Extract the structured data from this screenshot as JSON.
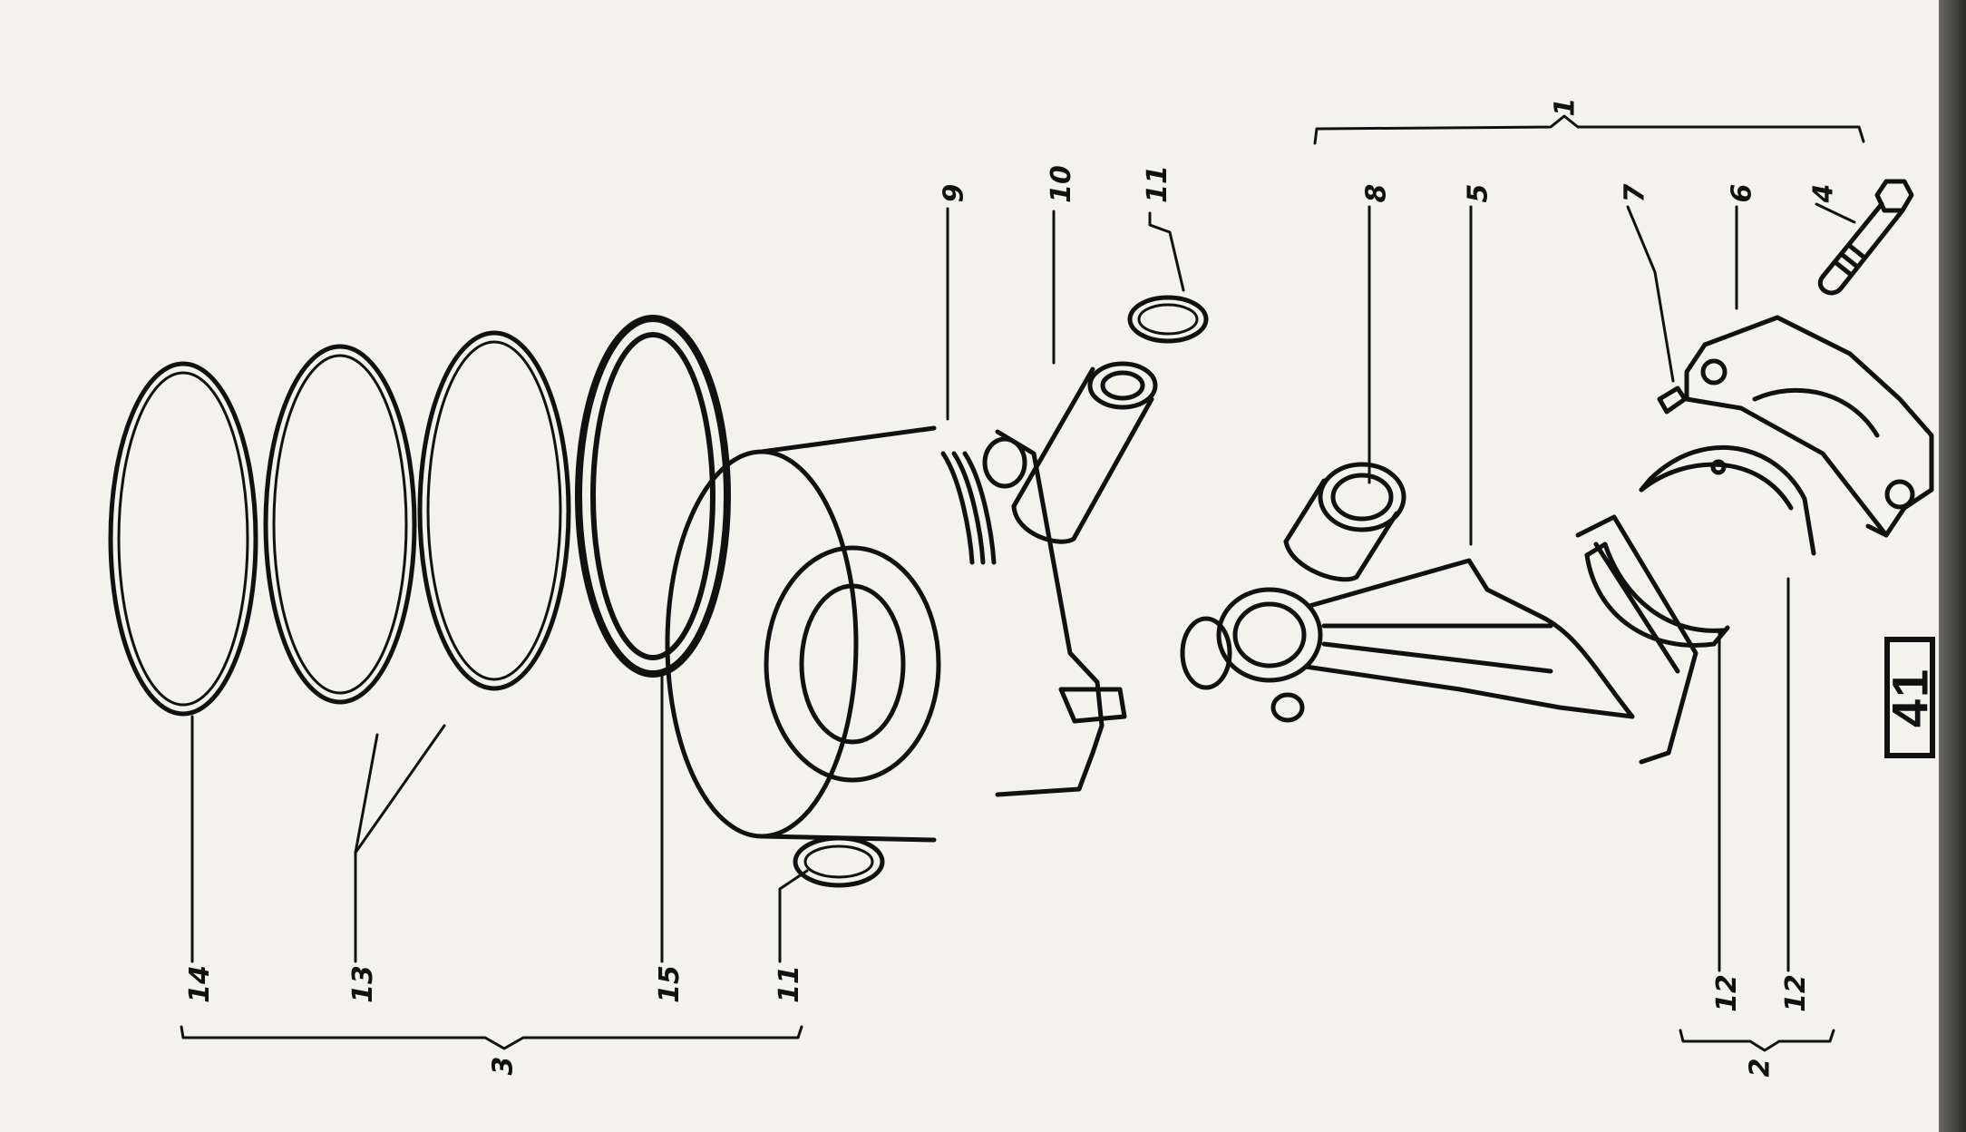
{
  "page_badge": "41",
  "callouts": {
    "c1": "1",
    "c2": "2",
    "c3": "3",
    "c4": "4",
    "c5": "5",
    "c6": "6",
    "c7": "7",
    "c8": "8",
    "c9": "9",
    "c10": "10",
    "c11_top": "11",
    "c11_bottom": "11",
    "c12_a": "12",
    "c12_b": "12",
    "c13": "13",
    "c14": "14",
    "c15": "15"
  }
}
